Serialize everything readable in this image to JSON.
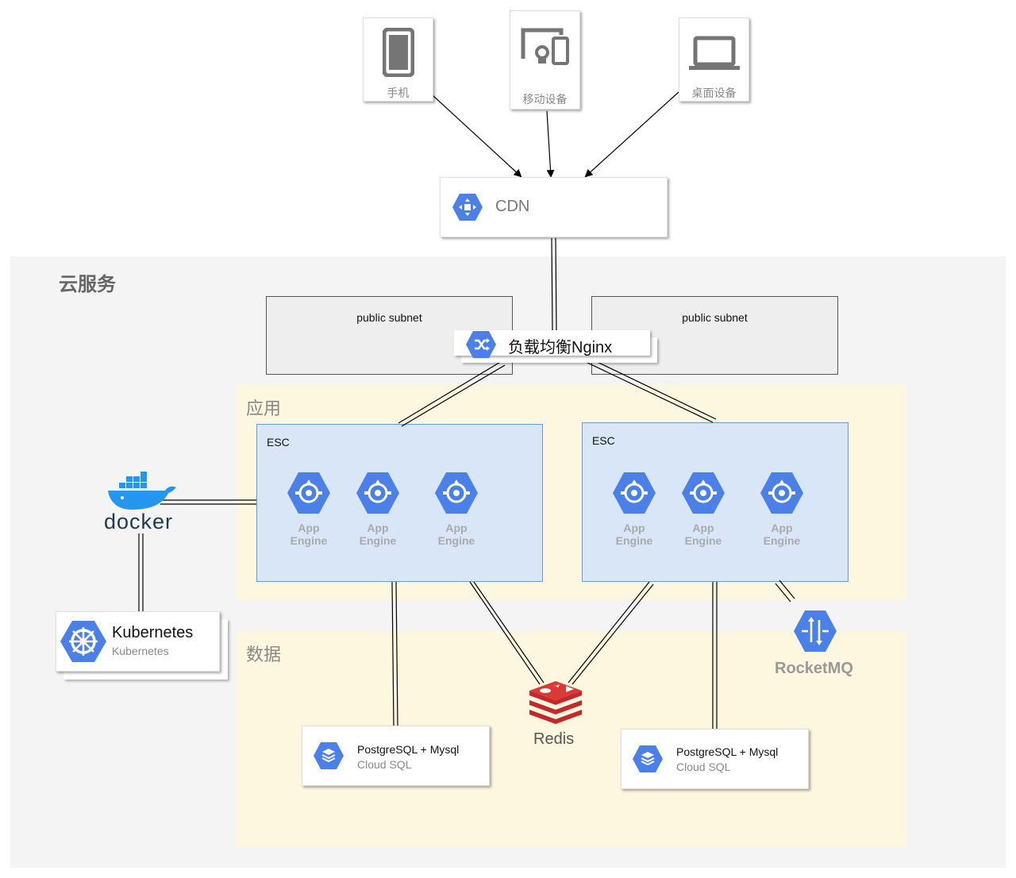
{
  "devices": {
    "phone": "手机",
    "mobile": "移动设备",
    "desktop": "桌面设备"
  },
  "cdn": {
    "label": "CDN"
  },
  "cloud": {
    "title": "云服务"
  },
  "subnets": [
    "public subnet",
    "public subnet"
  ],
  "load_balancer": {
    "label": "负载均衡Nginx"
  },
  "app_region": {
    "title": "应用"
  },
  "data_region": {
    "title": "数据"
  },
  "esc": [
    "ESC",
    "ESC"
  ],
  "engine": {
    "line1": "App",
    "line2": "Engine"
  },
  "docker": {
    "label": "docker"
  },
  "kubernetes": {
    "title": "Kubernetes",
    "subtitle": "Kubernetes"
  },
  "redis": {
    "label": "Redis"
  },
  "rocketmq": {
    "label": "RocketMQ"
  },
  "databases": [
    {
      "title": "PostgreSQL + Mysql",
      "subtitle": "Cloud SQL"
    },
    {
      "title": "PostgreSQL + Mysql",
      "subtitle": "Cloud SQL"
    }
  ],
  "colors": {
    "gcp_blue": "#4a80e8",
    "esc_fill": "#d9e6f8",
    "region_fill": "#fdf7df",
    "cloud_fill": "#f4f4f4",
    "redis_red": "#c3282b",
    "docker_blue": "#2496ed",
    "docker_text": "#1d3a4f"
  }
}
